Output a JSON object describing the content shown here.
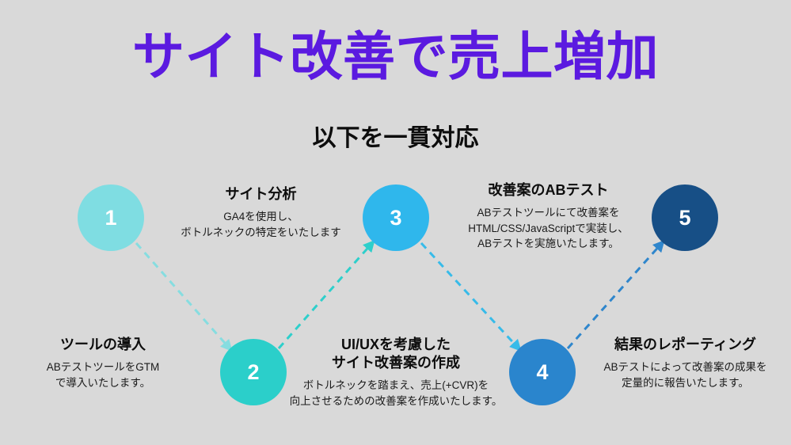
{
  "slide": {
    "background_color": "#d9d9d9",
    "title": "サイト改善で売上増加",
    "title_color": "#5b1ae0",
    "subtitle": "以下を一貫対応",
    "subtitle_color": "#0d0d0d"
  },
  "steps": [
    {
      "number": "1",
      "color": "#7fdde2",
      "title": "ツールの導入",
      "body": "ABテストツールをGTM\nで導入いたします。"
    },
    {
      "number": "2",
      "color": "#2bcfca",
      "title": "UI/UXを考慮した\nサイト改善案の作成",
      "body": "ボトルネックを踏まえ、売上(+CVR)を\n向上させるための改善案を作成いたします。"
    },
    {
      "number": "3",
      "color": "#2fb7ec",
      "title": "サイト分析",
      "body": "GA4を使用し、\nボトルネックの特定をいたします"
    },
    {
      "number": "4",
      "color": "#2a85cd",
      "title": "改善案のABテスト",
      "body": "ABテストツールにて改善案を\nHTML/CSS/JavaScriptで実装し、\nABテストを実施いたします。"
    },
    {
      "number": "5",
      "color": "#174f86",
      "title": "結果のレポーティング",
      "body": "ABテストによって改善案の成果を\n定量的に報告いたします。"
    }
  ],
  "connectors": [
    {
      "from": "1",
      "to": "2",
      "color": "#86dde0"
    },
    {
      "from": "2",
      "to": "3",
      "color": "#2ecfcb"
    },
    {
      "from": "3",
      "to": "4",
      "color": "#37bbe9"
    },
    {
      "from": "4",
      "to": "5",
      "color": "#2f86cc"
    }
  ]
}
